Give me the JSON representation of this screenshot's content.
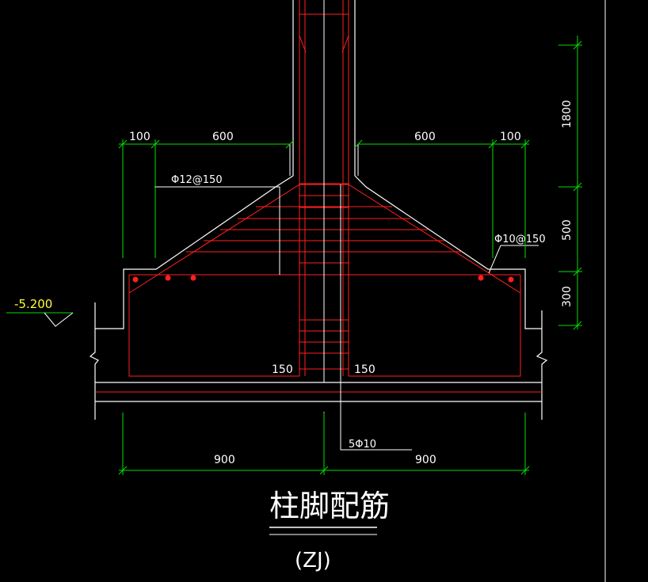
{
  "drawing": {
    "title": "柱脚配筋",
    "subtitle": "(ZJ)",
    "level_mark": "-5.200",
    "dimensions": {
      "top_left_edge": "100",
      "top_left_slope": "600",
      "top_right_slope": "600",
      "top_right_edge": "100",
      "right_upper": "1800",
      "right_middle": "500",
      "right_lower": "300",
      "bottom_left": "900",
      "bottom_right": "900",
      "embed_left": "150",
      "embed_right": "150"
    },
    "rebar_labels": {
      "slope_left": "Φ12@150",
      "slope_right": "Φ10@150",
      "column_bottom": "5Φ10"
    },
    "colors": {
      "background": "#000000",
      "outline": "#ffffff",
      "rebar": "#ff2020",
      "dimension": "#00e000",
      "level": "#ffff33"
    }
  }
}
